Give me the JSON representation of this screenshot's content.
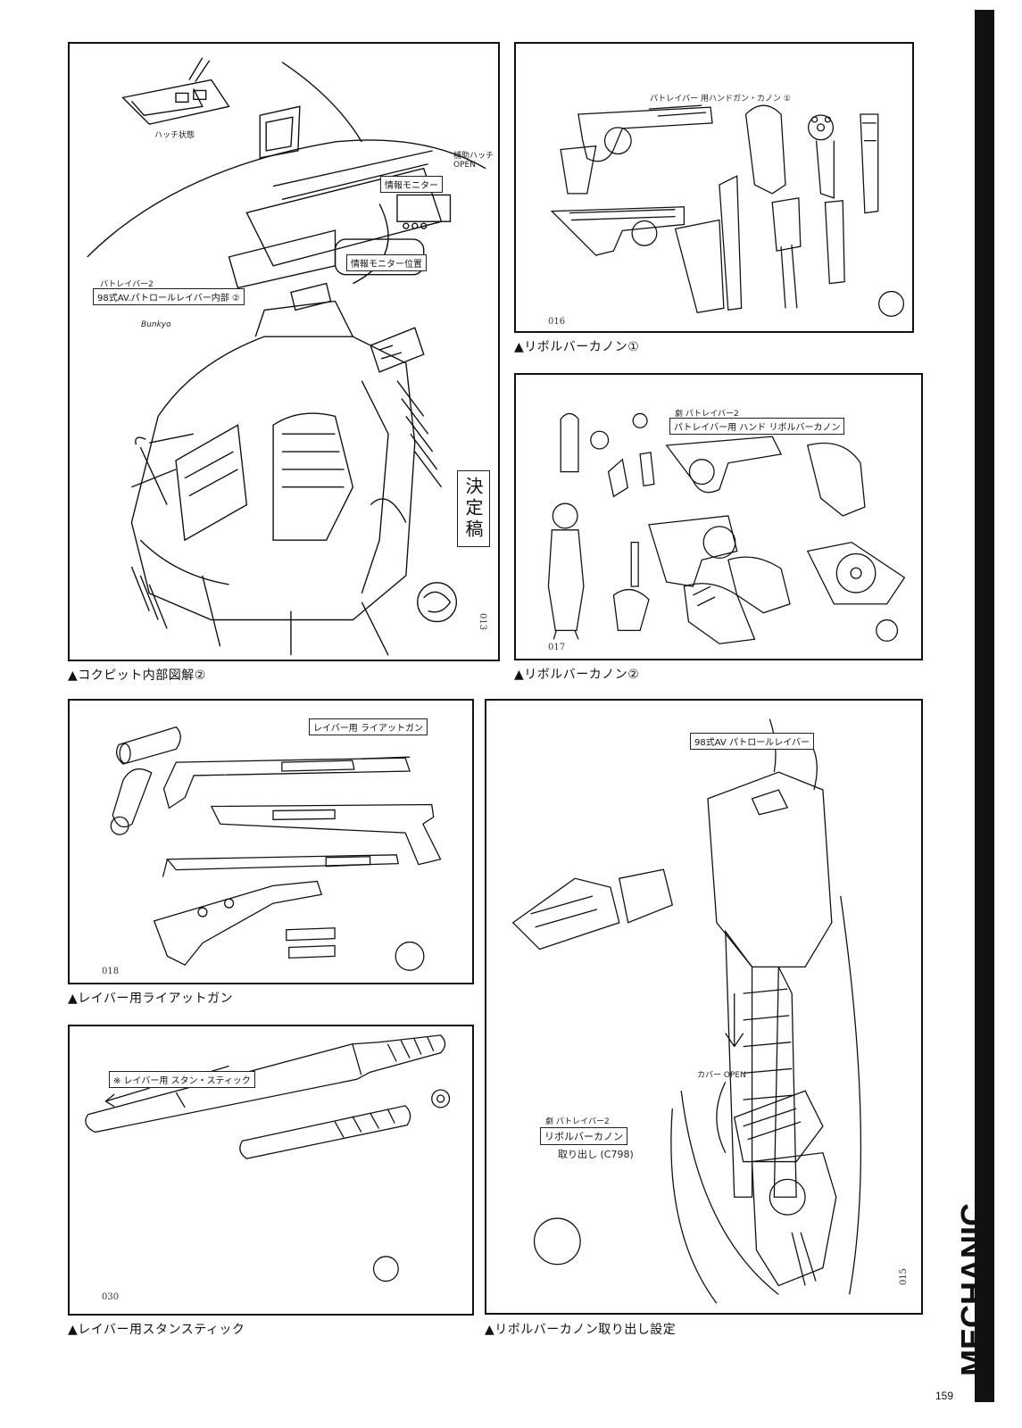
{
  "panels": [
    {
      "id": "cockpit",
      "caption": "▲コクピット内部図解②",
      "number": "013",
      "stamp": "決定稿",
      "notes": {
        "title1": "パトレイバー2",
        "title2": "98式AV.パトロールレイバー内部 ②",
        "hatch": "ハッチ状態",
        "monitor": "情報モニター",
        "monitor_pos": "情報モニター位置",
        "cover": "補助ハッチ OPEN",
        "sign": "Bunkyo"
      }
    },
    {
      "id": "revolver1",
      "caption": "▲リボルバーカノン①",
      "number": "016",
      "notes": {
        "title": "パトレイバー 用ハンドガン・カノン ①"
      }
    },
    {
      "id": "revolver2",
      "caption": "▲リボルバーカノン②",
      "number": "017",
      "notes": {
        "title1": "劇 パトレイバー2",
        "title2": "パトレイバー用 ハンド リボルバーカノン"
      }
    },
    {
      "id": "riotgun",
      "caption": "▲レイバー用ライアットガン",
      "number": "018",
      "notes": {
        "title": "レイバー用 ライアットガン"
      }
    },
    {
      "id": "stunstick",
      "caption": "▲レイバー用スタンスティック",
      "number": "030",
      "notes": {
        "title": "※ レイバー用 スタン・スティック"
      }
    },
    {
      "id": "extract",
      "caption": "▲リボルバーカノン取り出し設定",
      "number": "015",
      "notes": {
        "title": "98式AV パトロールレイバー",
        "box1": "劇 パトレイバー2",
        "box2": "リボルバーカノン",
        "box3": "取り出し (C798)",
        "cover": "カバー OPEN"
      }
    }
  ],
  "section_label": "MECHANIC",
  "page_number": "159"
}
